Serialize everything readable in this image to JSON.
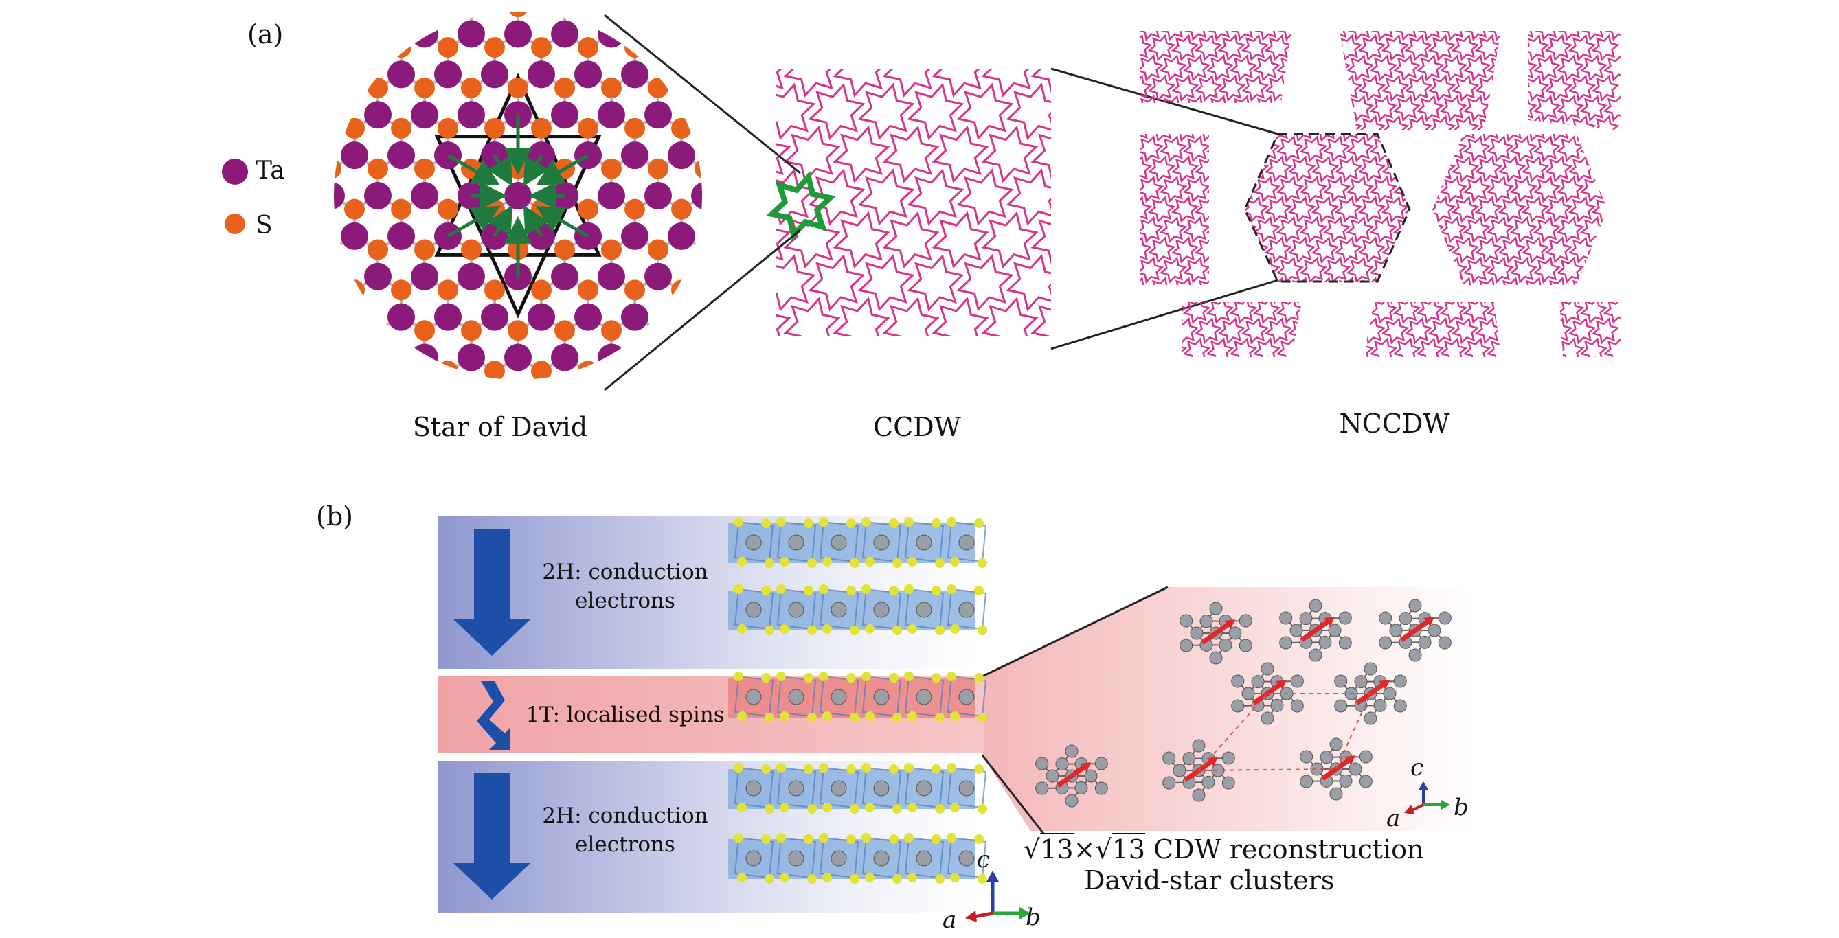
{
  "panel_a": {
    "tag": "(a)",
    "legend": [
      {
        "label": "Ta",
        "color": "#8b1a7a"
      },
      {
        "label": "S",
        "color": "#e8621c"
      }
    ],
    "captions": {
      "star": "Star of David",
      "ccdw": "CCDW",
      "nccdw": "NCCDW"
    },
    "colors": {
      "arrow": "#1f7a3e",
      "star_outline": "#d8338a",
      "highlight_star": "#1e9a3a",
      "bond": "#b8b8b8"
    }
  },
  "panel_b": {
    "tag": "(b)",
    "layers": [
      {
        "phase": "2H",
        "text": ": conduction",
        "line2": "electrons",
        "type": "conduction"
      },
      {
        "phase": "1T",
        "text": ": localised spins",
        "type": "spins"
      },
      {
        "phase": "2H",
        "text": ": conduction",
        "line2": "electrons",
        "type": "conduction"
      }
    ],
    "reconstruction": {
      "line1_sqrt_a": "13",
      "line1_times": "×",
      "line1_sqrt_b": "13",
      "line1_rest": " CDW reconstruction",
      "line2": "David-star clusters"
    },
    "axes": {
      "c": "c",
      "a": "a",
      "b": "b"
    },
    "colors": {
      "arrow_blue": "#1d4fa8",
      "band_blue": "#9fa6d6",
      "band_red": "#f2a6a8",
      "sulfur": "#e3e337",
      "metal": "#9a9ea6",
      "spin_arrow": "#e02828"
    }
  }
}
